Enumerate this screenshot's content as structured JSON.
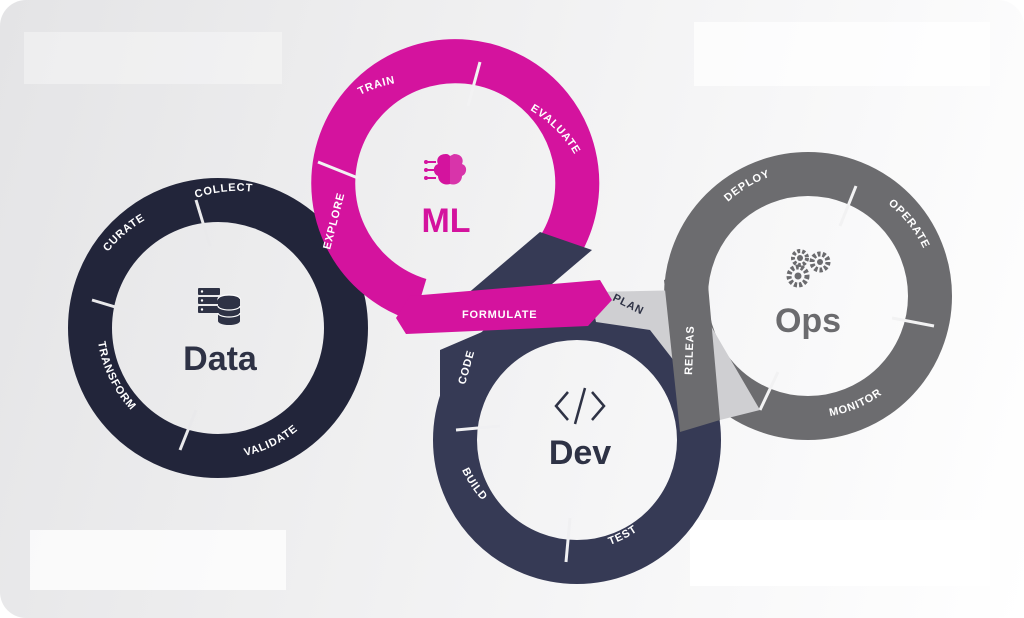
{
  "hubs": {
    "data": {
      "title": "Data",
      "icon": "database-server-icon",
      "color": "#23263a"
    },
    "ml": {
      "title": "ML",
      "icon": "brain-circuit-icon",
      "color": "#d4139e"
    },
    "dev": {
      "title": "Dev",
      "icon": "code-brackets-icon",
      "color": "#2e3245"
    },
    "ops": {
      "title": "Ops",
      "icon": "gears-icon",
      "color": "#6b6b6e"
    }
  },
  "stages": {
    "collect": "COLLECT",
    "curate": "CURATE",
    "transform": "TRANSFORM",
    "validate": "VALIDATE",
    "explore": "EXPLORE",
    "train": "TRAIN",
    "evaluate": "EVALUATE",
    "formulate": "FORMULATE",
    "code": "CODE",
    "build": "BUILD",
    "test": "TEST",
    "plan": "PLAN",
    "release": "RELEASE",
    "deploy": "DEPLOY",
    "operate": "OPERATE",
    "monitor": "MONITOR"
  },
  "colors": {
    "data_ring": "#22253a",
    "ml_ring": "#d4139e",
    "dev_ring": "#363a55",
    "ops_ring": "#6c6c6f",
    "plan_band": "#cfcfd2"
  }
}
